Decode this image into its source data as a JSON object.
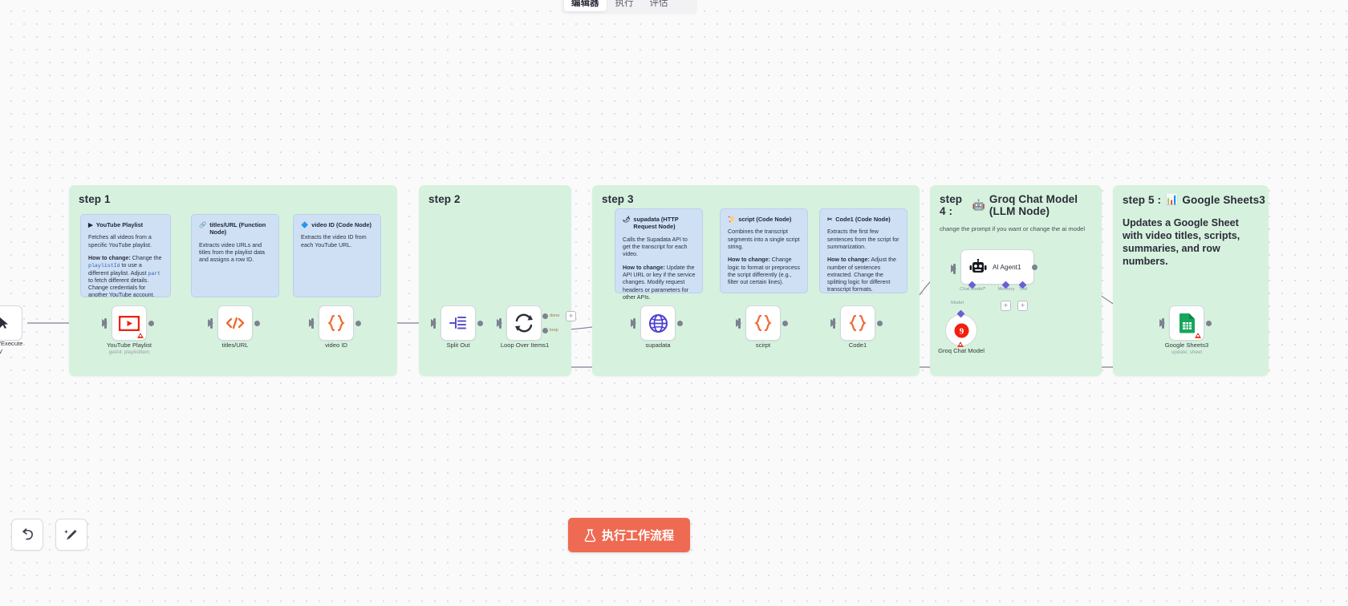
{
  "app": {
    "title": "n8n Workflow Editor Canvas"
  },
  "topbar": {
    "tabs": [
      {
        "label": "编辑器",
        "active": true,
        "name": "tab-editor"
      },
      {
        "label": "执行",
        "active": false,
        "name": "tab-executions"
      },
      {
        "label": "评估",
        "active": false,
        "name": "tab-evaluations"
      }
    ]
  },
  "stub": {
    "label_line1": "icking 'Execute",
    "label_line2": "orkflow'",
    "icon": "cursor-icon"
  },
  "steps": [
    {
      "id": "step1",
      "title": "step 1",
      "emoji": "",
      "notes": [
        {
          "emoji": "▶",
          "icon": "youtube-icon",
          "head": "YouTube Playlist",
          "paragraphs": [
            {
              "text": "Fetches all videos from a specific YouTube playlist."
            },
            {
              "bold": "How to change:",
              "text": " Change the ",
              "code1": "playlistId",
              "text2": " to use a different playlist. Adjust ",
              "code2": "part",
              "text3": " to fetch different details. Change credentials for another YouTube account."
            }
          ]
        },
        {
          "emoji": "🔗",
          "icon": "link-icon",
          "head": "titles/URL (Function Node)",
          "paragraphs": [
            {
              "text": "Extracts video URLs and titles from the playlist data and assigns a row ID."
            }
          ]
        },
        {
          "emoji": "🔷",
          "icon": "code-icon",
          "head": "video ID (Code Node)",
          "paragraphs": [
            {
              "text": "Extracts the video ID from each YouTube URL."
            }
          ]
        }
      ]
    },
    {
      "id": "step2",
      "title": "step 2",
      "notes": []
    },
    {
      "id": "step3",
      "title": "step 3",
      "notes": [
        {
          "emoji": "🌶",
          "icon": "http-icon",
          "head": "supadata (HTTP Request Node)",
          "paragraphs": [
            {
              "text": "Calls the Supadata API to get the transcript for each video."
            },
            {
              "bold": "How to change:",
              "text": " Update the API URL or key if the service changes. Modify request headers or parameters for other APIs."
            }
          ]
        },
        {
          "emoji": "📜",
          "icon": "script-icon",
          "head": "script (Code Node)",
          "paragraphs": [
            {
              "text": "Combines the transcript segments into a single script string."
            },
            {
              "bold": "How to change:",
              "text": " Change logic to format or preprocess the script differently (e.g., filter out certain lines)."
            }
          ]
        },
        {
          "emoji": "✂",
          "icon": "scissors-icon",
          "head": "Code1 (Code Node)",
          "paragraphs": [
            {
              "text": "Extracts the first few sentences from the script for summarization."
            },
            {
              "bold": "How to change:",
              "text": " Adjust the number of sentences extracted. Change the splitting logic for different transcript formats."
            }
          ]
        }
      ]
    },
    {
      "id": "step4",
      "title": "step 4 :",
      "emoji": "🤖",
      "title_rest": "Groq Chat Model (LLM Node)",
      "subtitle": "change the prompt if you want or change the ai model"
    },
    {
      "id": "step5",
      "title": "step 5 :",
      "emoji": "📊",
      "title_rest": "Google Sheets3",
      "body": "Updates a Google Sheet with video titles, scripts, summaries, and row numbers."
    }
  ],
  "nodes": [
    {
      "name": "node-youtube-playlist",
      "label": "YouTube Playlist",
      "sublabel": "getAll: playlistItem",
      "icon": "youtube-icon",
      "warning": true
    },
    {
      "name": "node-titles-url",
      "label": "titles/URL",
      "sublabel": "",
      "icon": "code-slash-icon",
      "warning": false
    },
    {
      "name": "node-video-id",
      "label": "video ID",
      "sublabel": "",
      "icon": "curly-braces-icon",
      "warning": false
    },
    {
      "name": "node-split-out",
      "label": "Split Out",
      "sublabel": "",
      "icon": "split-out-icon",
      "warning": false
    },
    {
      "name": "node-loop-over-items1",
      "label": "Loop Over Items1",
      "sublabel": "",
      "icon": "loop-icon",
      "warning": false
    },
    {
      "name": "node-supadata",
      "label": "supadata",
      "sublabel": "",
      "icon": "globe-icon",
      "warning": false
    },
    {
      "name": "node-script",
      "label": "scirpt",
      "sublabel": "",
      "icon": "curly-braces-icon",
      "warning": false
    },
    {
      "name": "node-code1",
      "label": "Code1",
      "sublabel": "",
      "icon": "curly-braces-icon",
      "warning": false
    },
    {
      "name": "node-google-sheets3",
      "label": "Google Sheets3",
      "sublabel": "update: sheet",
      "icon": "google-sheets-icon",
      "warning": true
    }
  ],
  "ai_agent": {
    "name": "AI Agent1",
    "icon": "robot-icon",
    "ports": [
      {
        "label": "Chat Model",
        "required": true
      },
      {
        "label": "Memory",
        "required": false
      },
      {
        "label": "Tool",
        "required": false
      }
    ],
    "model_link_label": "Model"
  },
  "groq": {
    "label": "Groq Chat Model",
    "icon": "groq-icon",
    "warning": true
  },
  "connections": {
    "loop_done_label": "done",
    "loop_loop_label": "loop",
    "plus_label": "+"
  },
  "bottom_controls": [
    {
      "name": "undo-button",
      "icon": "undo-arrow-icon",
      "label": ""
    },
    {
      "name": "tidy-up-button",
      "icon": "magic-wand-icon",
      "label": ""
    }
  ],
  "execute": {
    "label": "执行工作流程",
    "icon": "flask-icon",
    "color": "#ef6a52"
  },
  "colors": {
    "sticky_green": "#d6f2de",
    "note_blue": "#cfe0f5",
    "accent_orange": "#ef6a52",
    "node_border": "#d3d6de",
    "edge": "#7d8290",
    "sub_port": "#6b5fd6"
  }
}
